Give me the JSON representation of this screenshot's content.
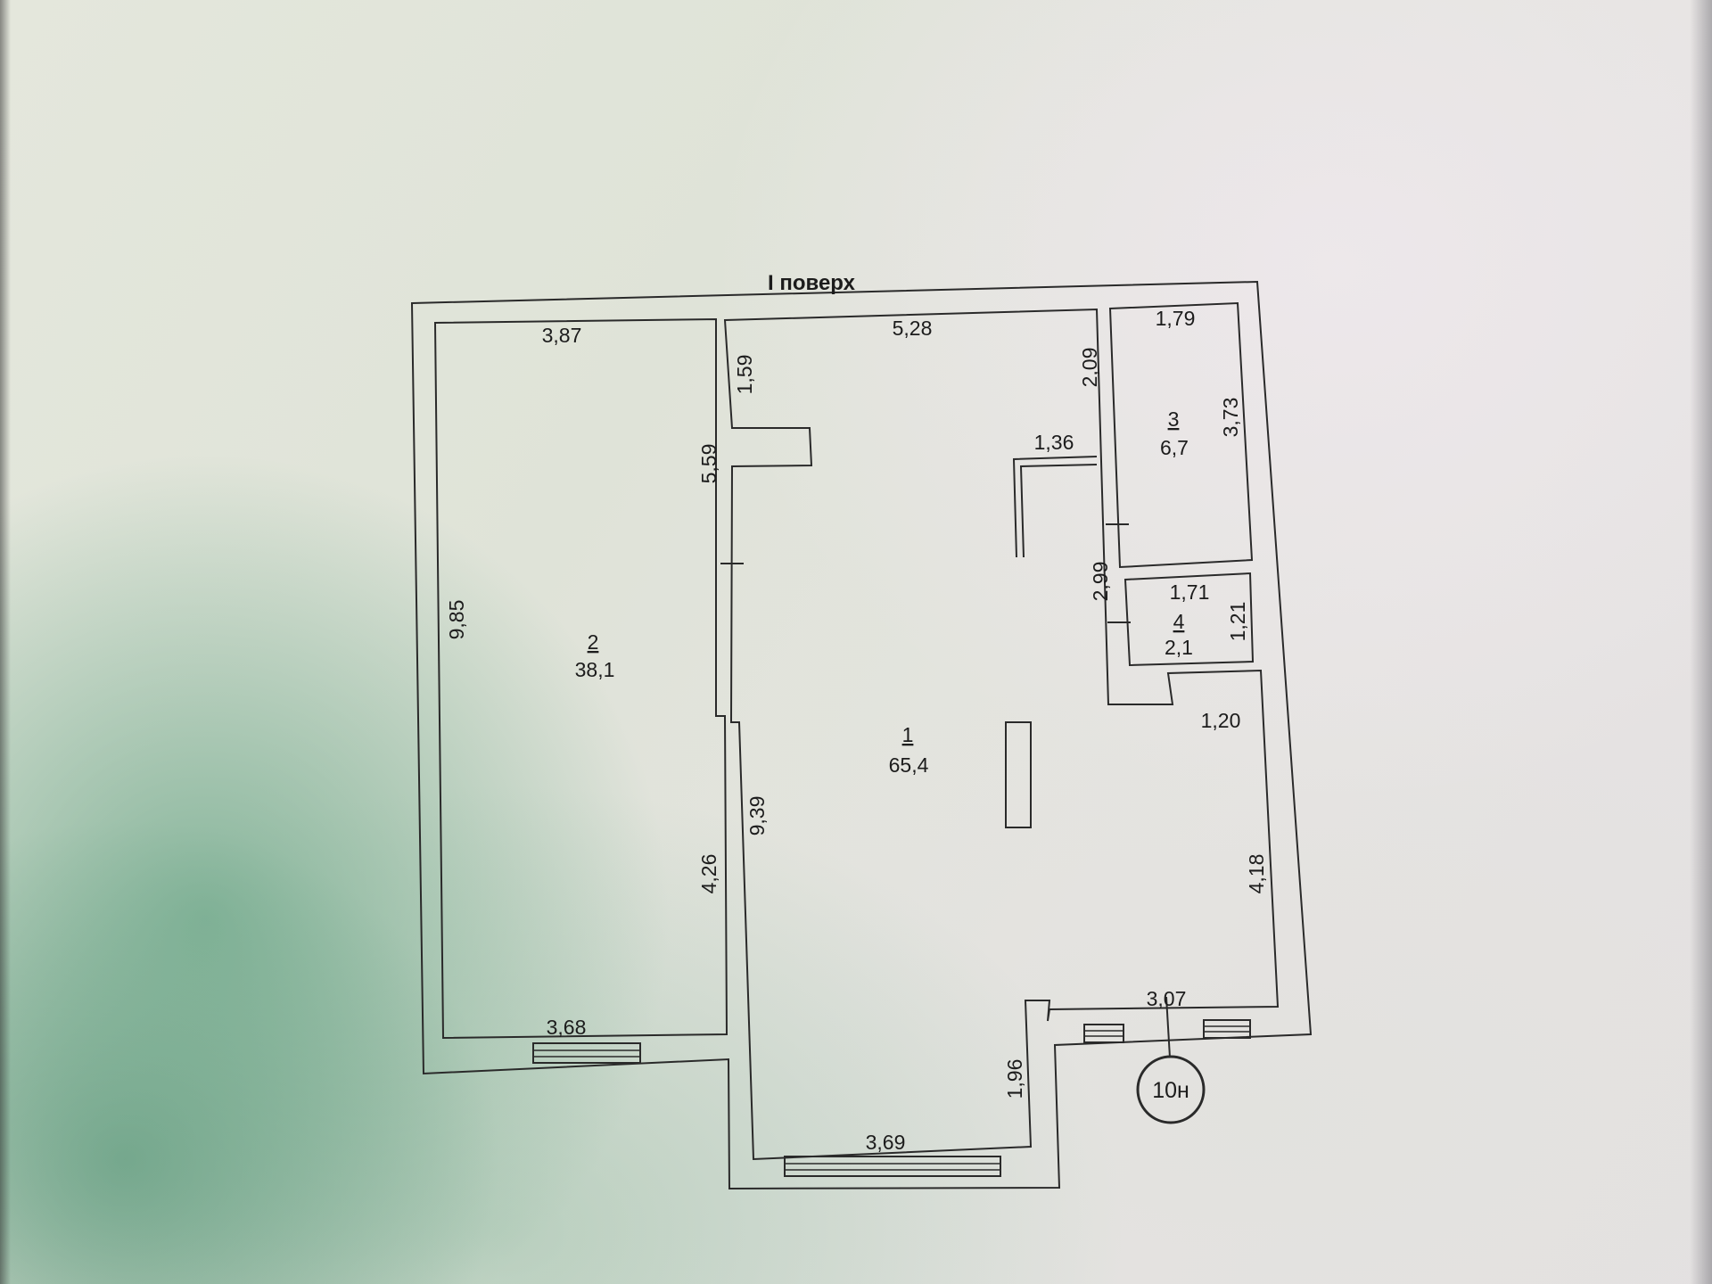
{
  "title": "I поверх",
  "rooms": [
    {
      "number": "1",
      "area": "65,4"
    },
    {
      "number": "2",
      "area": "38,1"
    },
    {
      "number": "3",
      "area": "6,7"
    },
    {
      "number": "4",
      "area": "2,1"
    }
  ],
  "dimensions": {
    "r2_top": "3,87",
    "r2_left": "9,85",
    "r2_right_upper": "5,59",
    "r2_right_lower": "4,26",
    "r2_bottom": "3,68",
    "r1_top": "5,28",
    "r1_left_upper": "1,59",
    "r1_left": "9,39",
    "r1_niche_height": "2,09",
    "r1_niche_width": "1,36",
    "r1_partition": "2,99",
    "r1_step": "1,20",
    "r1_right": "4,18",
    "r1_bay": "3,07",
    "r1_bay_left": "1,96",
    "r1_bottom": "3,69",
    "r3_top": "1,79",
    "r3_right": "3,73",
    "r4_top": "1,71",
    "r4_right": "1,21"
  },
  "axis_marker": "10н"
}
